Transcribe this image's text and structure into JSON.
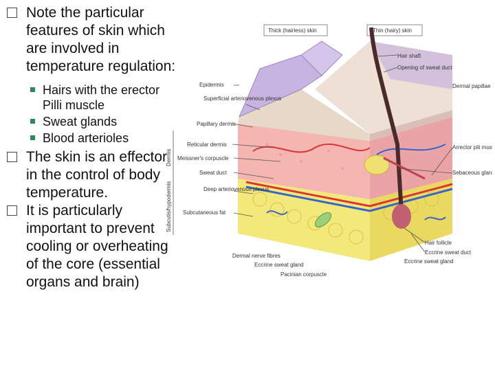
{
  "bullets": {
    "item1": "Note the particular features of skin which are involved in temperature regulation:",
    "sub1": "Hairs with the erector Pilli muscle",
    "sub2": "Sweat glands",
    "sub3": "Blood arterioles",
    "item2": "The skin is an effector in the control of body temperature.",
    "item3": "It is particularly important to prevent cooling or overheating of the core (essential organs and brain)"
  },
  "diagram": {
    "header_thick": "Thick (hairless) skin",
    "header_thin": "Thin (hairy) skin",
    "labels": {
      "epidermis": "Epidermis",
      "superficial_plexus": "Superficial arteriovenous plexus",
      "papillary_dermis": "Papillary dermis",
      "reticular_dermis": "Reticular dermis",
      "meissner": "Meissner's corpuscle",
      "sweat_duct": "Sweat duct",
      "deep_plexus": "Deep arteriovenous plexus",
      "subcutaneous_fat": "Subcutaneous fat",
      "dermal_nerve": "Dermal nerve fibres",
      "eccrine_left": "Eccrine sweat gland",
      "pacinian": "Pacinian corpuscle",
      "hair_shaft": "Hair shaft",
      "opening_sweat_duct": "Opening of sweat duct",
      "dermal_papillae": "Dermal papillae",
      "arrector": "Arrector pili muscle",
      "sebaceous": "Sebaceous gland",
      "hair_follicle": "Hair follicle",
      "eccrine_duct": "Eccrine sweat duct",
      "eccrine_right": "Eccrine sweat gland",
      "dermis_side": "Dermis",
      "subcutis_side": "Subcutis/hypodermis"
    }
  }
}
